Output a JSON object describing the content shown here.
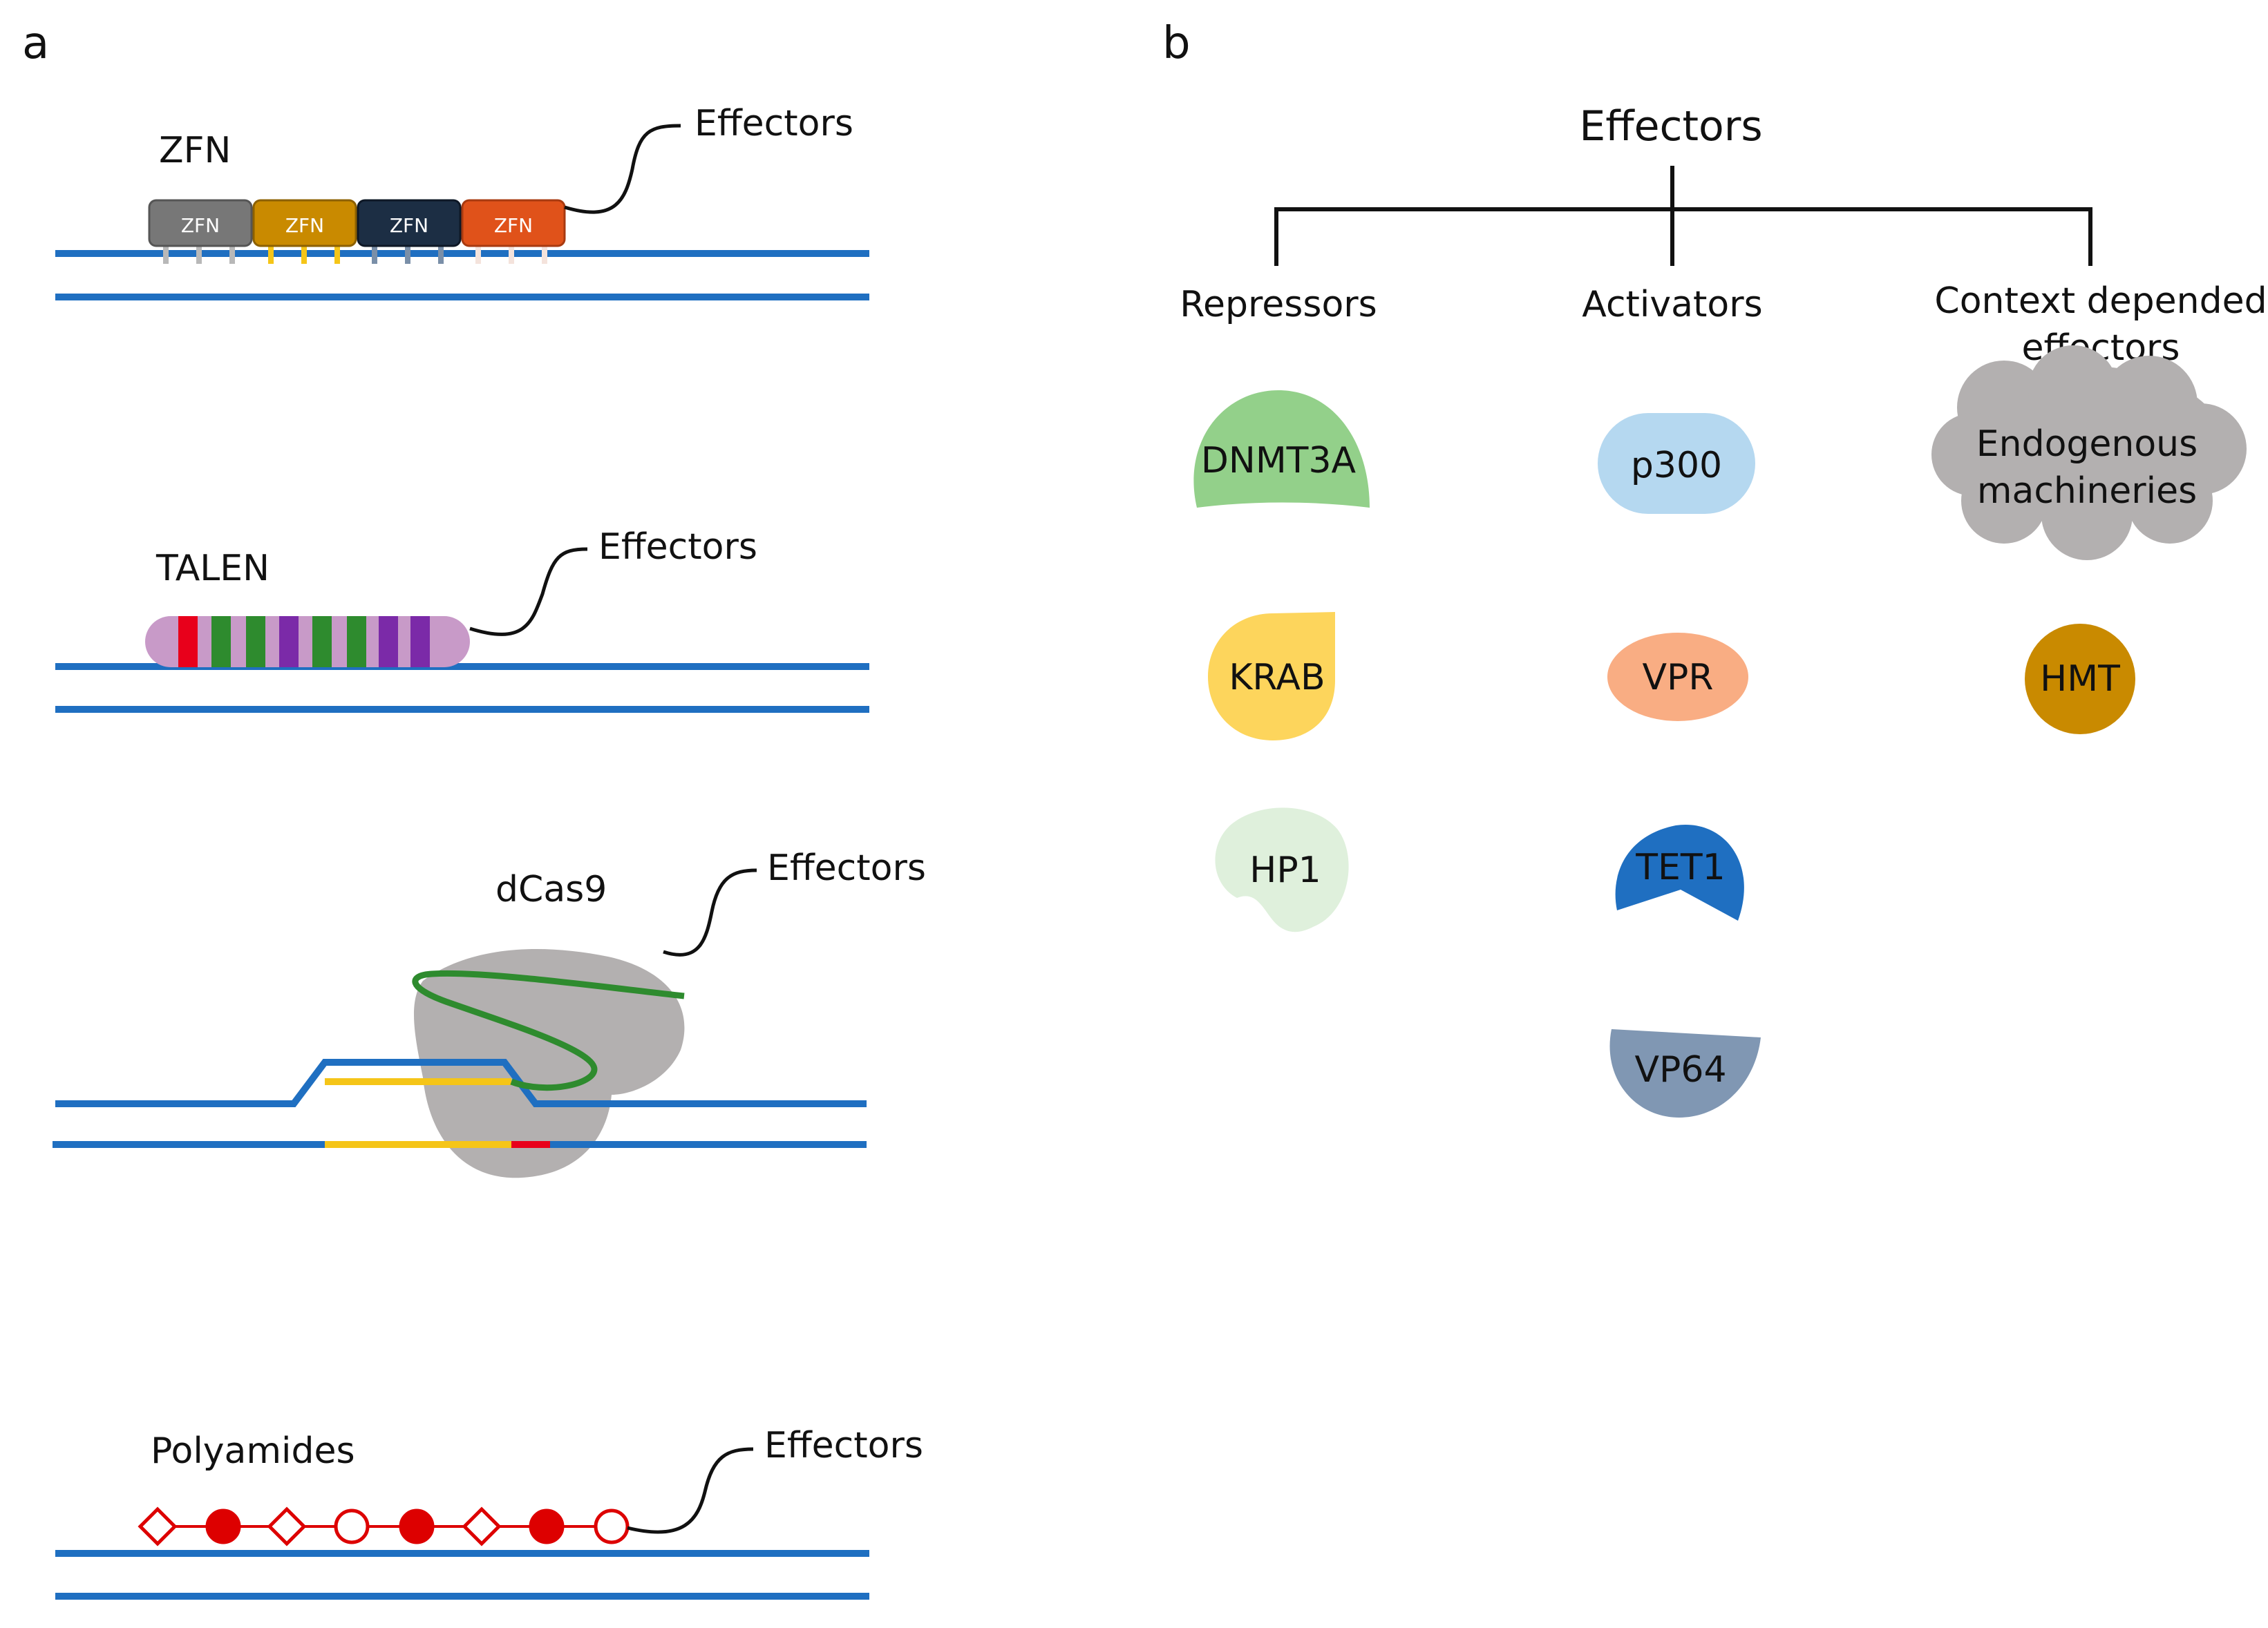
{
  "panels": {
    "a": "a",
    "b": "b"
  },
  "panel_a": {
    "zfn": {
      "title": "ZFN",
      "domain_label": "ZFN",
      "effectors": "Effectors"
    },
    "talen": {
      "title": "TALEN",
      "effectors": "Effectors"
    },
    "dcas9": {
      "title": "dCas9",
      "effectors": "Effectors"
    },
    "polyamides": {
      "title": "Polyamides",
      "effectors": "Effectors"
    }
  },
  "panel_b": {
    "root": "Effectors",
    "categories": {
      "repressors": "Repressors",
      "activators": "Activators",
      "context": [
        "Context depended",
        "effectors"
      ]
    },
    "repressors": [
      "DNMT3A",
      "KRAB",
      "HP1"
    ],
    "activators": [
      "p300",
      "VPR",
      "TET1",
      "VP64"
    ],
    "context_items": {
      "endogenous": [
        "Endogenous",
        "machineries"
      ],
      "hmt": "HMT"
    }
  },
  "colors": {
    "dna": "#1f6fc1",
    "zfn": [
      "#777777",
      "#c98a00",
      "#1c2e44",
      "#e0521a"
    ],
    "talen_body": "#c89ac8",
    "dcas9": "#b3b0b0",
    "guide_rna": "#2e8b2e",
    "guide_dna": "#f5c518",
    "pam": "#e8001b",
    "polyamide": "#dd0000",
    "dnmt3a": "#93d08a",
    "krab": "#fdd55c",
    "hp1": "#dff0dc",
    "p300": "#b5d8f0",
    "vpr": "#f9ad83",
    "tet1": "#1f6fc1",
    "vp64": "#8097b3",
    "endogenous": "#b3b0b0",
    "hmt": "#c98a00"
  }
}
